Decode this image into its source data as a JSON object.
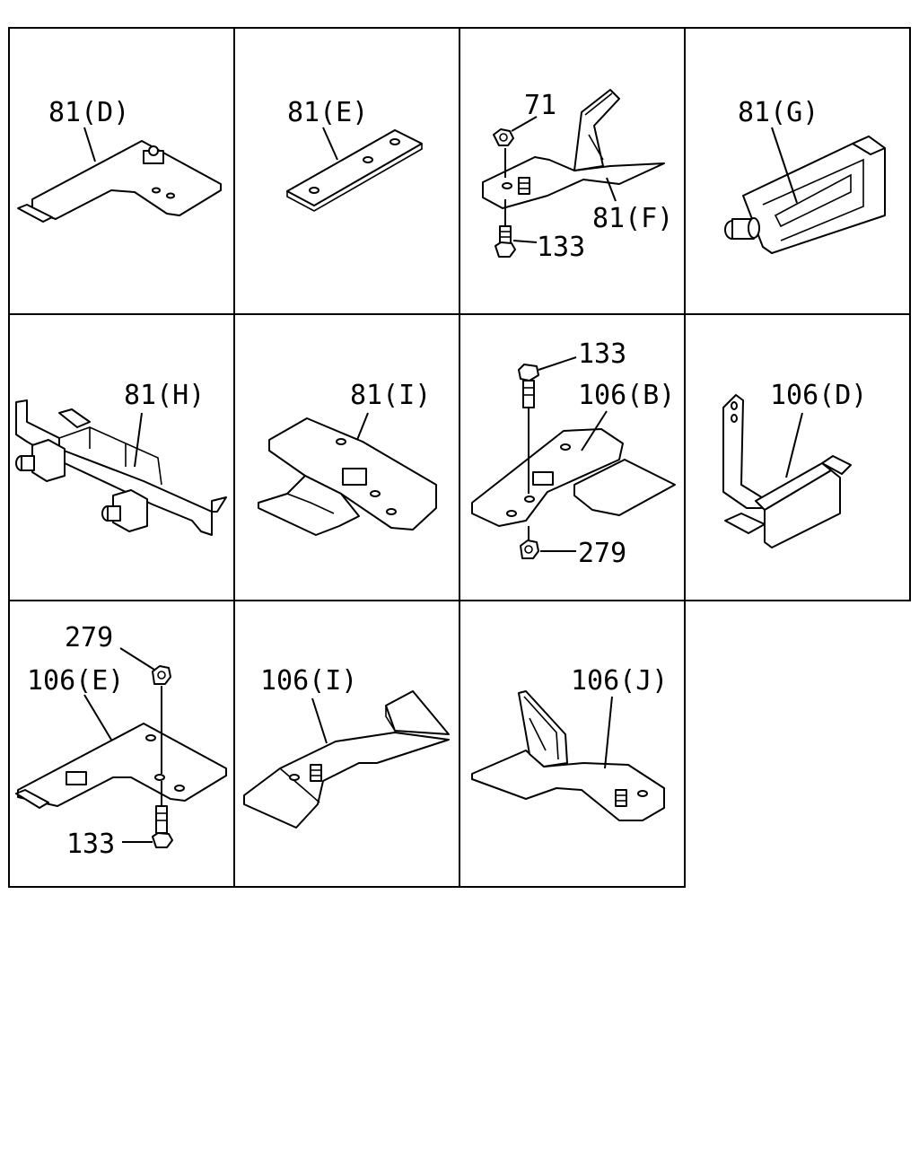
{
  "cells": [
    {
      "id": "r1c1",
      "labels": [
        "81(D)"
      ]
    },
    {
      "id": "r1c2",
      "labels": [
        "81(E)"
      ]
    },
    {
      "id": "r1c3",
      "labels": [
        "71",
        "81(F)",
        "133"
      ]
    },
    {
      "id": "r1c4",
      "labels": [
        "81(G)"
      ]
    },
    {
      "id": "r2c1",
      "labels": [
        "81(H)"
      ]
    },
    {
      "id": "r2c2",
      "labels": [
        "81(I)"
      ]
    },
    {
      "id": "r2c3",
      "labels": [
        "133",
        "106(B)",
        "279"
      ]
    },
    {
      "id": "r2c4",
      "labels": [
        "106(D)"
      ]
    },
    {
      "id": "r3c1",
      "labels": [
        "279",
        "106(E)",
        "133"
      ]
    },
    {
      "id": "r3c2",
      "labels": [
        "106(I)"
      ]
    },
    {
      "id": "r3c3",
      "labels": [
        "106(J)"
      ]
    }
  ]
}
